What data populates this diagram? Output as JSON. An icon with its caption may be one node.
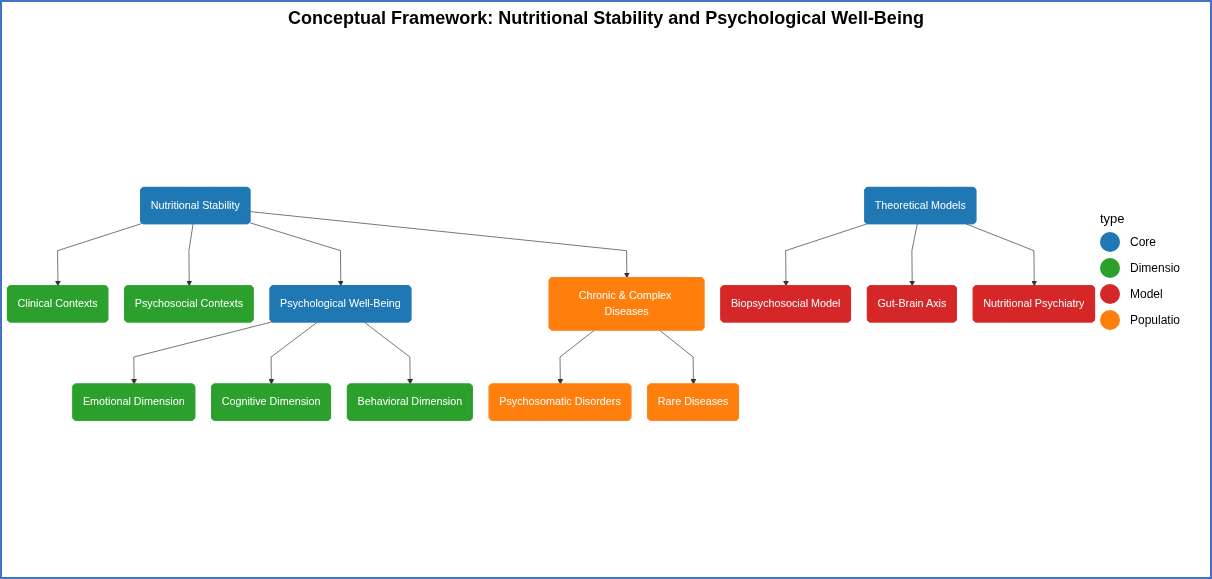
{
  "diagram": {
    "title": "Conceptual Framework: Nutritional Stability and Psychological Well-Being",
    "nodes": [
      {
        "text": [
          "Nutritional Stability"
        ]
      },
      {
        "text": [
          "Theoretical Models"
        ]
      },
      {
        "text": [
          "Clinical Contexts"
        ]
      },
      {
        "text": [
          "Psychosocial Contexts"
        ]
      },
      {
        "text": [
          "Psychological Well-Being"
        ]
      },
      {
        "text": [
          "Chronic & Complex Diseases"
        ]
      },
      {
        "text": [
          "Biopsychosocial Model"
        ]
      },
      {
        "text": [
          "Gut-Brain Axis"
        ]
      },
      {
        "text": [
          "Nutritional Psychiatry"
        ]
      },
      {
        "text": [
          "Emotional Dimension"
        ]
      },
      {
        "text": [
          "Cognitive Dimension"
        ]
      },
      {
        "text": [
          "Behavioral Dimension"
        ]
      },
      {
        "text": [
          "Psychosomatic Disorders"
        ]
      },
      {
        "text": [
          "Rare Diseases"
        ]
      }
    ],
    "edges": [
      {
        "from": 0,
        "to": 2,
        "arrow": "to"
      },
      {
        "from": 0,
        "to": 3,
        "arrow": "to"
      },
      {
        "from": 0,
        "to": 4,
        "arrow": "to"
      },
      {
        "from": 0,
        "to": 5,
        "arrow": "to"
      },
      {
        "from": 1,
        "to": 6,
        "arrow": "to"
      },
      {
        "from": 1,
        "to": 7,
        "arrow": "to"
      },
      {
        "from": 1,
        "to": 8,
        "arrow": "to"
      },
      {
        "from": 4,
        "to": 9,
        "arrow": "to"
      },
      {
        "from": 4,
        "to": 10,
        "arrow": "to"
      },
      {
        "from": 4,
        "to": 11,
        "arrow": "to"
      },
      {
        "from": 5,
        "to": 12,
        "arrow": "to"
      },
      {
        "from": 5,
        "to": 13,
        "arrow": "to"
      }
    ],
    "labels": [
      "type"
    ],
    "legend": [
      {
        "text": "Core",
        "color": "#1f77b4"
      },
      {
        "text": "Dimensio",
        "color": "#2ca02c"
      },
      {
        "text": "Model",
        "color": "#d62728"
      },
      {
        "text": "Populatio",
        "color": "#ff7f0e"
      }
    ]
  }
}
